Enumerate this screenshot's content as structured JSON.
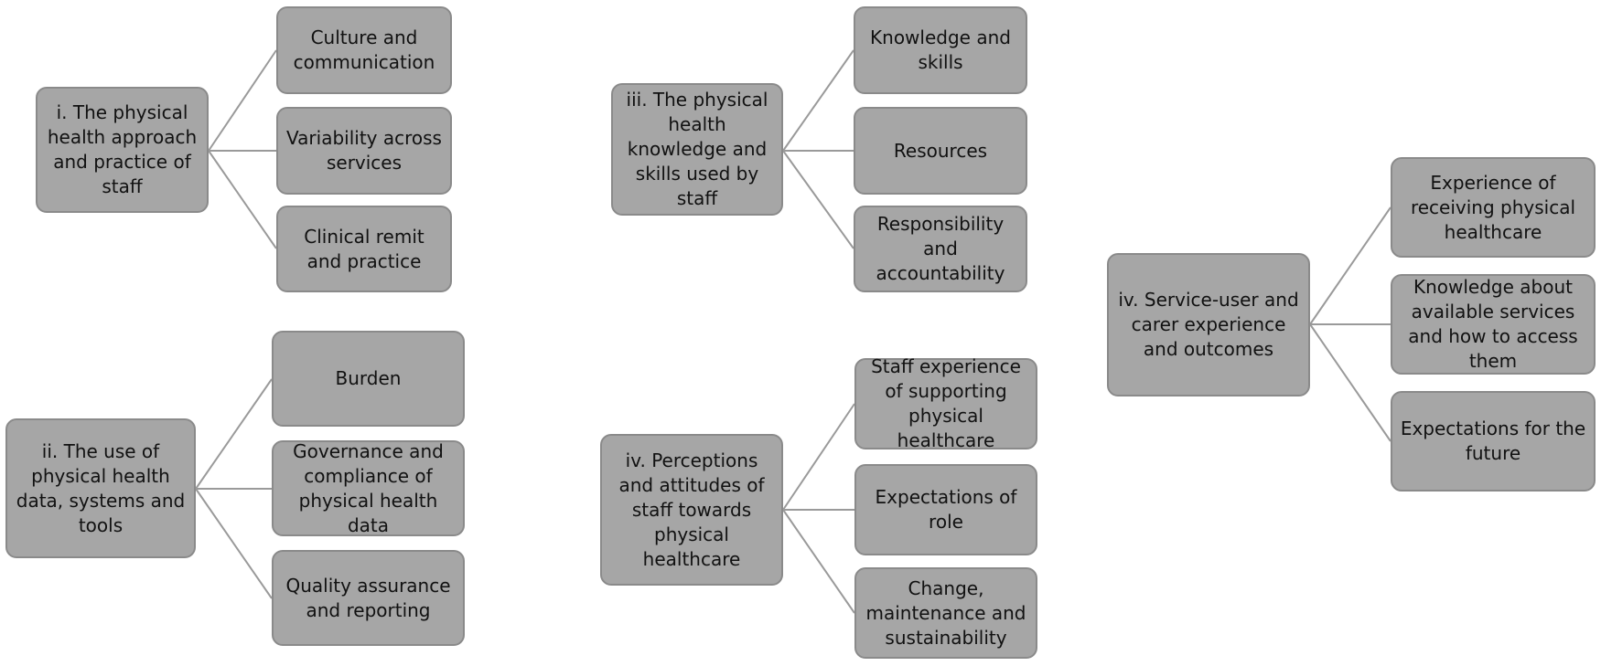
{
  "colors": {
    "box_fill": "#a6a6a6",
    "box_border": "#8a8a8a",
    "connector": "#9a9a9a",
    "text": "#111111"
  },
  "groups": [
    {
      "theme": "i. The physical health approach and practice of staff",
      "subthemes": [
        "Culture and communication",
        "Variability across services",
        "Clinical remit and practice"
      ]
    },
    {
      "theme": "ii. The use of physical health data, systems and tools",
      "subthemes": [
        "Burden",
        "Governance and compliance of physical health data",
        "Quality assurance and reporting"
      ]
    },
    {
      "theme": "iii. The physical health knowledge and skills used by staff",
      "subthemes": [
        "Knowledge and skills",
        "Resources",
        "Responsibility and accountability"
      ]
    },
    {
      "theme": "iv. Perceptions and attitudes of staff towards physical healthcare",
      "subthemes": [
        "Staff experience of supporting physical healthcare",
        "Expectations of role",
        "Change, maintenance and sustainability"
      ]
    },
    {
      "theme": "iv. Service-user and carer experience and outcomes",
      "subthemes": [
        "Experience of receiving physical healthcare",
        "Knowledge about available services and how to access them",
        "Expectations for the future"
      ]
    }
  ]
}
